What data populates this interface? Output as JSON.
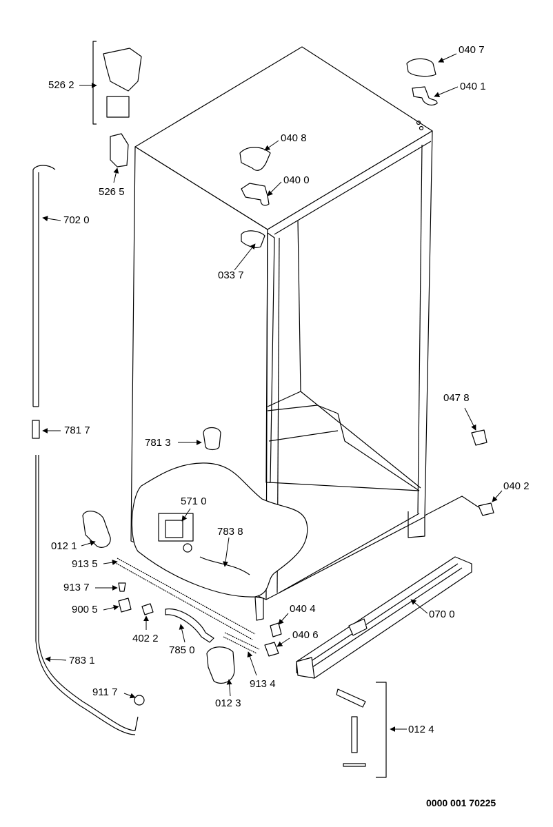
{
  "drawing_number": "0000 001 70225",
  "parts": [
    {
      "id": "p5262",
      "label": "526 2"
    },
    {
      "id": "p5265",
      "label": "526 5"
    },
    {
      "id": "p7020",
      "label": "702 0"
    },
    {
      "id": "p7817",
      "label": "781 7"
    },
    {
      "id": "p7813",
      "label": "781 3"
    },
    {
      "id": "p5710",
      "label": "571 0"
    },
    {
      "id": "p7838",
      "label": "783 8"
    },
    {
      "id": "p0121",
      "label": "012 1"
    },
    {
      "id": "p9135",
      "label": "913 5"
    },
    {
      "id": "p9137",
      "label": "913 7"
    },
    {
      "id": "p9005",
      "label": "900 5"
    },
    {
      "id": "p4022",
      "label": "402 2"
    },
    {
      "id": "p7850",
      "label": "785 0"
    },
    {
      "id": "p7831",
      "label": "783 1"
    },
    {
      "id": "p9117",
      "label": "911 7"
    },
    {
      "id": "p0123",
      "label": "012 3"
    },
    {
      "id": "p9134",
      "label": "913 4"
    },
    {
      "id": "p0404",
      "label": "040 4"
    },
    {
      "id": "p0406",
      "label": "040 6"
    },
    {
      "id": "p0700",
      "label": "070 0"
    },
    {
      "id": "p0124",
      "label": "012 4"
    },
    {
      "id": "p0402",
      "label": "040 2"
    },
    {
      "id": "p0478",
      "label": "047 8"
    },
    {
      "id": "p0407",
      "label": "040 7"
    },
    {
      "id": "p0401",
      "label": "040 1"
    },
    {
      "id": "p0408",
      "label": "040 8"
    },
    {
      "id": "p0400",
      "label": "040 0"
    },
    {
      "id": "p0337",
      "label": "033 7"
    }
  ]
}
